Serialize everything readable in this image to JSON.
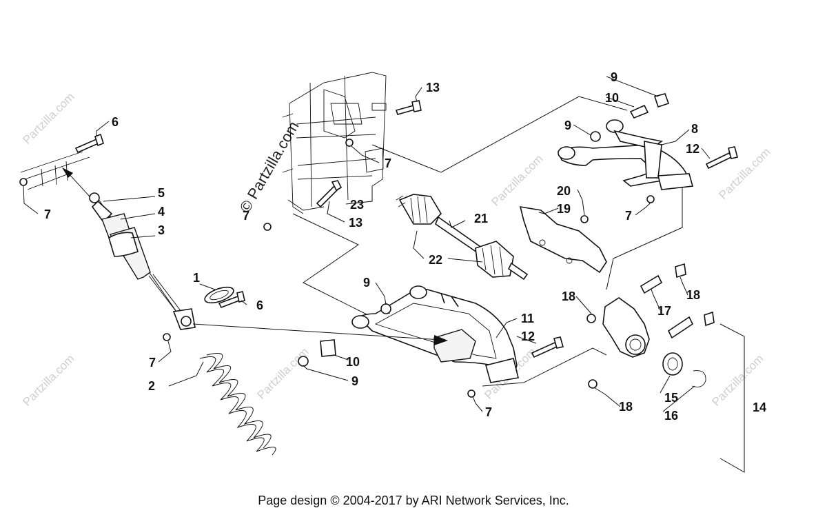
{
  "watermark": {
    "text": "Partzilla.com",
    "main_text": "© Partzilla.com"
  },
  "callouts": {
    "c1": "1",
    "c2": "2",
    "c3": "3",
    "c4": "4",
    "c5": "5",
    "c6a": "6",
    "c6b": "6",
    "c7a": "7",
    "c7b": "7",
    "c7c": "7",
    "c7d": "7",
    "c7e": "7",
    "c7f": "7",
    "c8": "8",
    "c9a": "9",
    "c9b": "9",
    "c9c": "9",
    "c9d": "9",
    "c10a": "10",
    "c10b": "10",
    "c11": "11",
    "c12a": "12",
    "c12b": "12",
    "c13a": "13",
    "c13b": "13",
    "c14": "14",
    "c15": "15",
    "c16": "16",
    "c17": "17",
    "c18a": "18",
    "c18b": "18",
    "c18c": "18",
    "c19": "19",
    "c20": "20",
    "c21": "21",
    "c22": "22",
    "c23": "23"
  },
  "footer": "Page design © 2004-2017 by ARI Network Services, Inc."
}
